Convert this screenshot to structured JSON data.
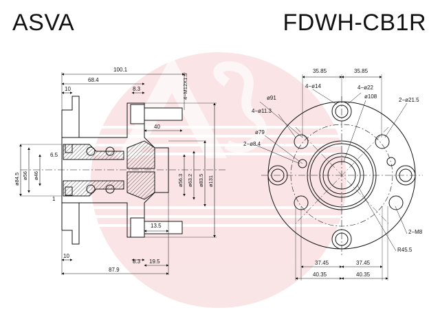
{
  "header": {
    "brand": "ASVA",
    "part_number": "FDWH-CB1R"
  },
  "colors": {
    "line": "#111111",
    "watermark": "#e9878e",
    "hatch": "#333333"
  },
  "side_view": {
    "dims": {
      "overall": "100.1",
      "d684": "68.4",
      "d10_top": "10",
      "d83_top": "8.3",
      "stud": "4−M12X1.5",
      "d40": "40",
      "d65": "6.5",
      "d1": "1",
      "phi845": "ø84.5",
      "phi56": "ø56",
      "phi46": "ø46",
      "phi563": "ø56.3",
      "phi632": "ø63.2",
      "phi835": "ø83.5",
      "phi131": "ø131",
      "d135": "13.5",
      "d10_bot": "10",
      "d83_bot": "8.3",
      "d195": "19.5",
      "d879": "87.9"
    }
  },
  "front_view": {
    "dims": {
      "top_left": "35.85",
      "top_right": "35.85",
      "holes14": "4−ø14",
      "holes22": "4−ø22",
      "phi108": "ø108",
      "phi91": "ø91",
      "holes113": "4−ø11.3",
      "holes215": "2−ø21.5",
      "phi79": "ø79",
      "holes84": "2−ø8.4",
      "m8": "2−M8",
      "r455": "R45.5",
      "bot_left": "37.45",
      "bot_right": "37.45",
      "bot2_left": "40.35",
      "bot2_right": "40.35"
    }
  }
}
